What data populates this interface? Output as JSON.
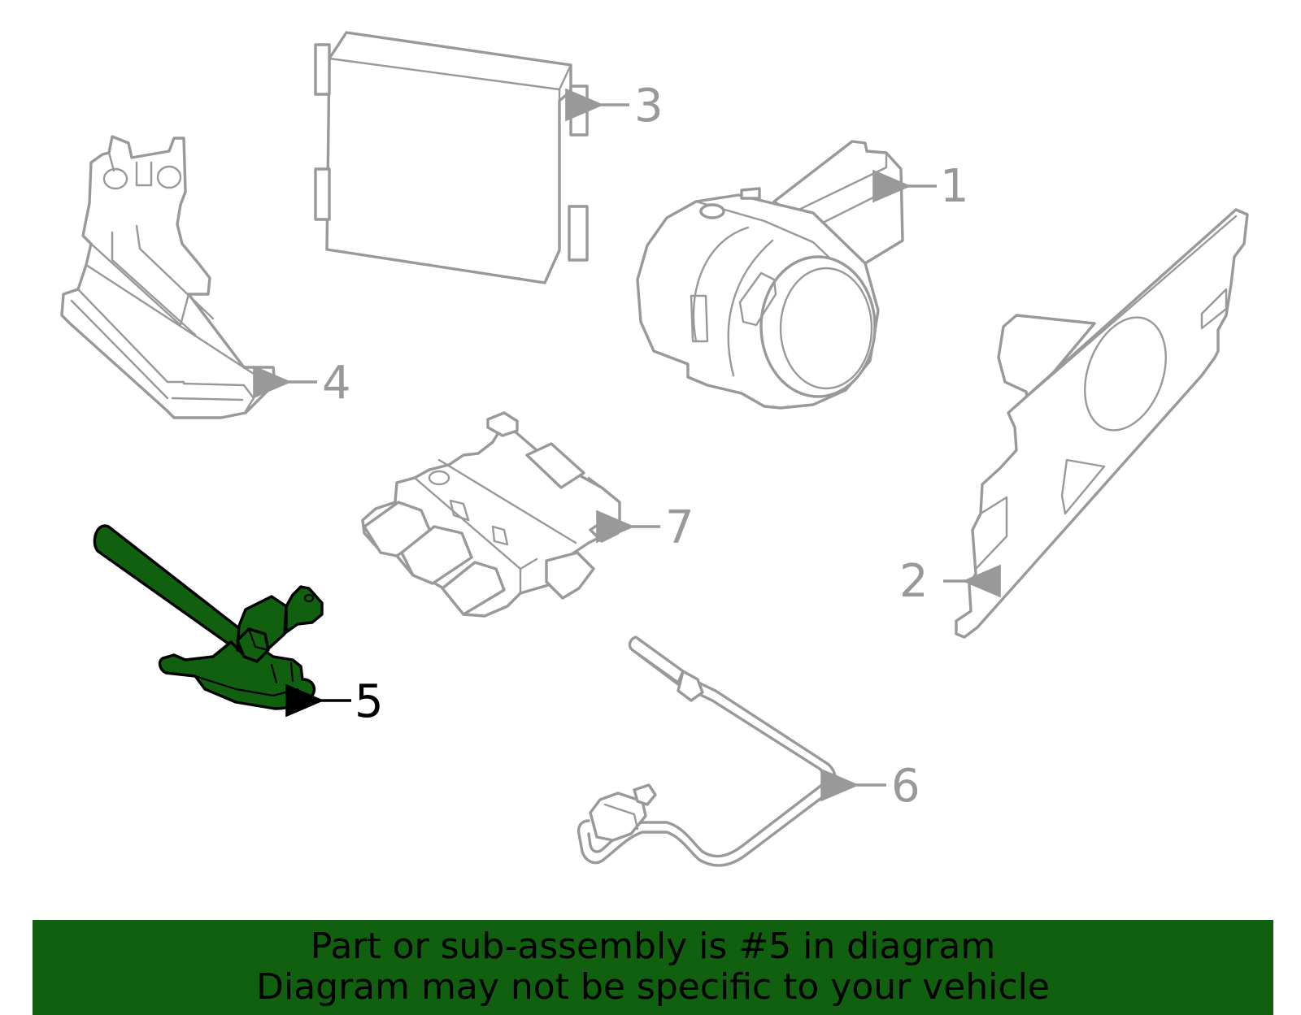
{
  "callouts": {
    "c1": "1",
    "c2": "2",
    "c3": "3",
    "c4": "4",
    "c5": "5",
    "c6": "6",
    "c7": "7"
  },
  "highlighted_part": "5",
  "colors": {
    "highlight_fill": "#106010",
    "line_gray": "#999999",
    "banner_bg": "#106010"
  },
  "banner": {
    "line1": "Part or sub-assembly is #5 in diagram",
    "line2": "Diagram may not be specific to your vehicle"
  }
}
